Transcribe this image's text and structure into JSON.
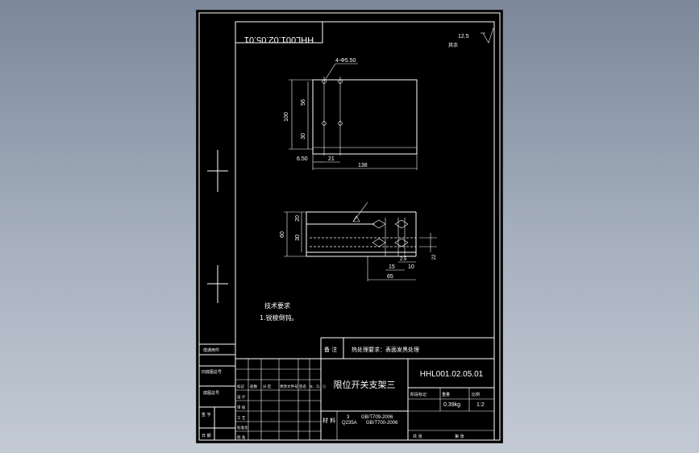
{
  "drawing": {
    "code_mirrored": "HHL001.02.05.01",
    "roughness": "12.5",
    "roughness_note": "其余",
    "hole_callout": "4-Φ5.50",
    "dims_top": {
      "height": "100",
      "upper": "56",
      "lower": "30",
      "left": "6.50",
      "mid": "21",
      "width": "138"
    },
    "dims_bottom": {
      "height": "60",
      "upper": "20",
      "lower": "30",
      "d15": "15",
      "d10": "10",
      "d65": "65",
      "small": "2.5",
      "side": "22"
    },
    "notes_title": "技术要求",
    "notes_line": "1.锐棱倒钝。"
  },
  "title_block": {
    "remark_label": "备 注",
    "remark_value": "热处理要求：表面发黑处理",
    "code": "HHL001.02.05.01",
    "part_name": "限位开关支架三",
    "material_label": "材 料",
    "material_qty": "3",
    "material_std1": "GB/T709-2006",
    "material_grade": "Q235A",
    "material_std2": "GB/T700-2006",
    "weight": "0.39kg",
    "scale": "1:2",
    "stage_label": "阶段标记",
    "weight_label": "重量",
    "scale_label": "比例",
    "sheet_total": "共 张",
    "sheet_no": "第 张",
    "left_cells": [
      "借通用件",
      "旧底图总号",
      "底图总号",
      "签 字",
      "日 期"
    ],
    "grid_labels": [
      "标记",
      "处数",
      "分 区",
      "更改文件号",
      "签名",
      "年、月、日",
      "设 计",
      "审 核",
      "工 艺",
      "标准化",
      "批 准"
    ]
  }
}
